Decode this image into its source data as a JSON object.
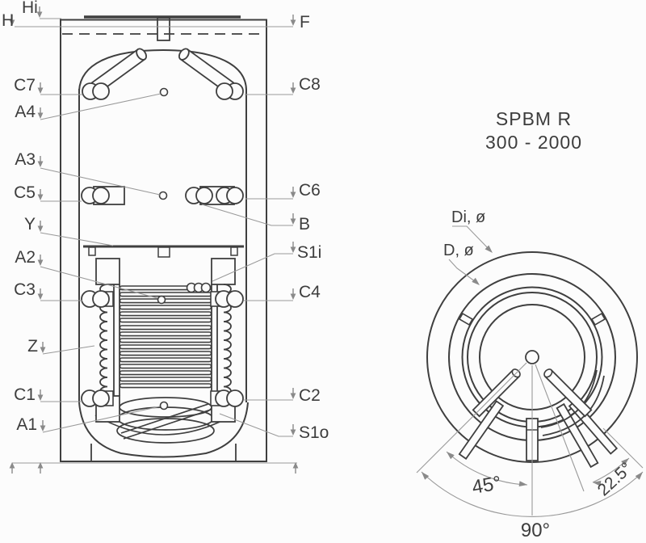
{
  "drawing": {
    "kind": "buffer-tank technical drawing",
    "front_view": {
      "dimension_labels": {
        "hi": "Hi",
        "h": "H",
        "f": "F"
      },
      "left_labels": {
        "c7": "C7",
        "a4": "A4",
        "a3": "A3",
        "c5": "C5",
        "y": "Y",
        "a2": "A2",
        "c3": "C3",
        "z": "Z",
        "c1": "C1",
        "a1": "A1"
      },
      "right_labels": {
        "c8": "C8",
        "c6": "C6",
        "b": "B",
        "s1i": "S1i",
        "c4": "C4",
        "c2": "C2",
        "s1o": "S1o"
      }
    },
    "top_view": {
      "title_line1": "SPBM R",
      "title_line2": "300 - 2000",
      "diameter_labels": {
        "di": "Di, ø",
        "d": "D, ø"
      },
      "angle_labels": {
        "a45": "45°",
        "a225": "22.5°",
        "a90": "90°"
      }
    },
    "colors": {
      "line": "#3f3f3f",
      "dimension": "#9a9a9a",
      "text": "#3d3d3d",
      "background": "#fcfcfc"
    }
  }
}
